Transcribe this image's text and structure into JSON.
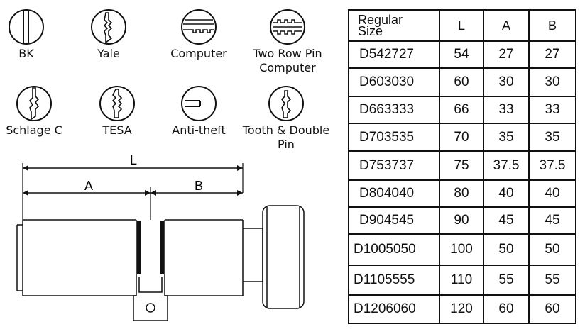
{
  "keyways": [
    {
      "icon": "bk-keyway-icon",
      "label": "BK"
    },
    {
      "icon": "yale-keyway-icon",
      "label": "Yale"
    },
    {
      "icon": "computer-keyway-icon",
      "label": "Computer"
    },
    {
      "icon": "two-row-pin-computer-keyway-icon",
      "label": "Two Row Pin\nComputer"
    },
    {
      "icon": "schlage-c-keyway-icon",
      "label": "Schlage C"
    },
    {
      "icon": "tesa-keyway-icon",
      "label": "TESA"
    },
    {
      "icon": "anti-theft-keyway-icon",
      "label": "Anti-theft"
    },
    {
      "icon": "tooth-double-pin-keyway-icon",
      "label": "Tooth & Double\nPin"
    }
  ],
  "dimensions": {
    "overall": "L",
    "left_side": "A",
    "right_side": "B"
  },
  "table": {
    "headers": [
      "Regular\nSize",
      "L",
      "A",
      "B"
    ],
    "rows": [
      [
        "D542727",
        "54",
        "27",
        "27"
      ],
      [
        "D603030",
        "60",
        "30",
        "30"
      ],
      [
        "D663333",
        "66",
        "33",
        "33"
      ],
      [
        "D703535",
        "70",
        "35",
        "35"
      ],
      [
        "D753737",
        "75",
        "37.5",
        "37.5"
      ],
      [
        "D804040",
        "80",
        "40",
        "40"
      ],
      [
        "D904545",
        "90",
        "45",
        "45"
      ],
      [
        "D1005050",
        "100",
        "50",
        "50"
      ],
      [
        "D1105555",
        "110",
        "55",
        "55"
      ],
      [
        "D1206060",
        "120",
        "60",
        "60"
      ]
    ]
  }
}
